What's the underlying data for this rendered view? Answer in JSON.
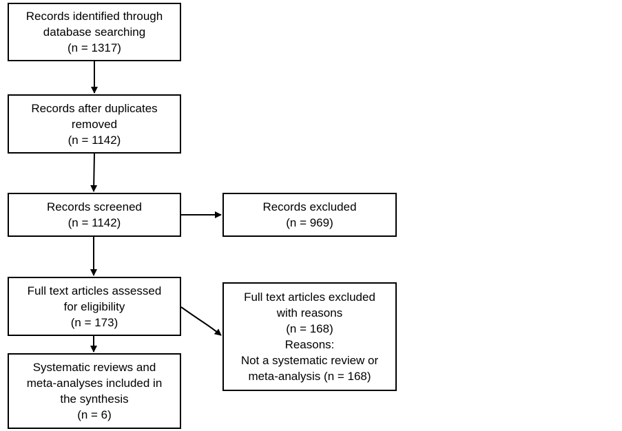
{
  "flow": {
    "identified": {
      "line1": "Records identified through",
      "line2": "database searching",
      "count": "(n = 1317)"
    },
    "duplicates": {
      "line1": "Records after duplicates",
      "line2": "removed",
      "count": "(n = 1142)"
    },
    "screened": {
      "line1": "Records screened",
      "count": "(n = 1142)"
    },
    "excluded": {
      "line1": "Records excluded",
      "count": "(n = 969)"
    },
    "fulltext": {
      "line1": "Full text articles assessed",
      "line2": "for eligibility",
      "count": "(n = 173)"
    },
    "fulltext_excluded": {
      "line1": "Full text articles excluded",
      "line2": "with reasons",
      "count": "(n = 168)",
      "reasons_label": "Reasons:",
      "reason1_line1": "Not a systematic review or",
      "reason1_line2": "meta-analysis (n = 168)"
    },
    "included": {
      "line1": "Systematic reviews and",
      "line2": "meta-analyses included in",
      "line3": "the synthesis",
      "count": "(n = 6)"
    }
  },
  "colors": {
    "stroke": "#000000",
    "background": "#ffffff"
  }
}
